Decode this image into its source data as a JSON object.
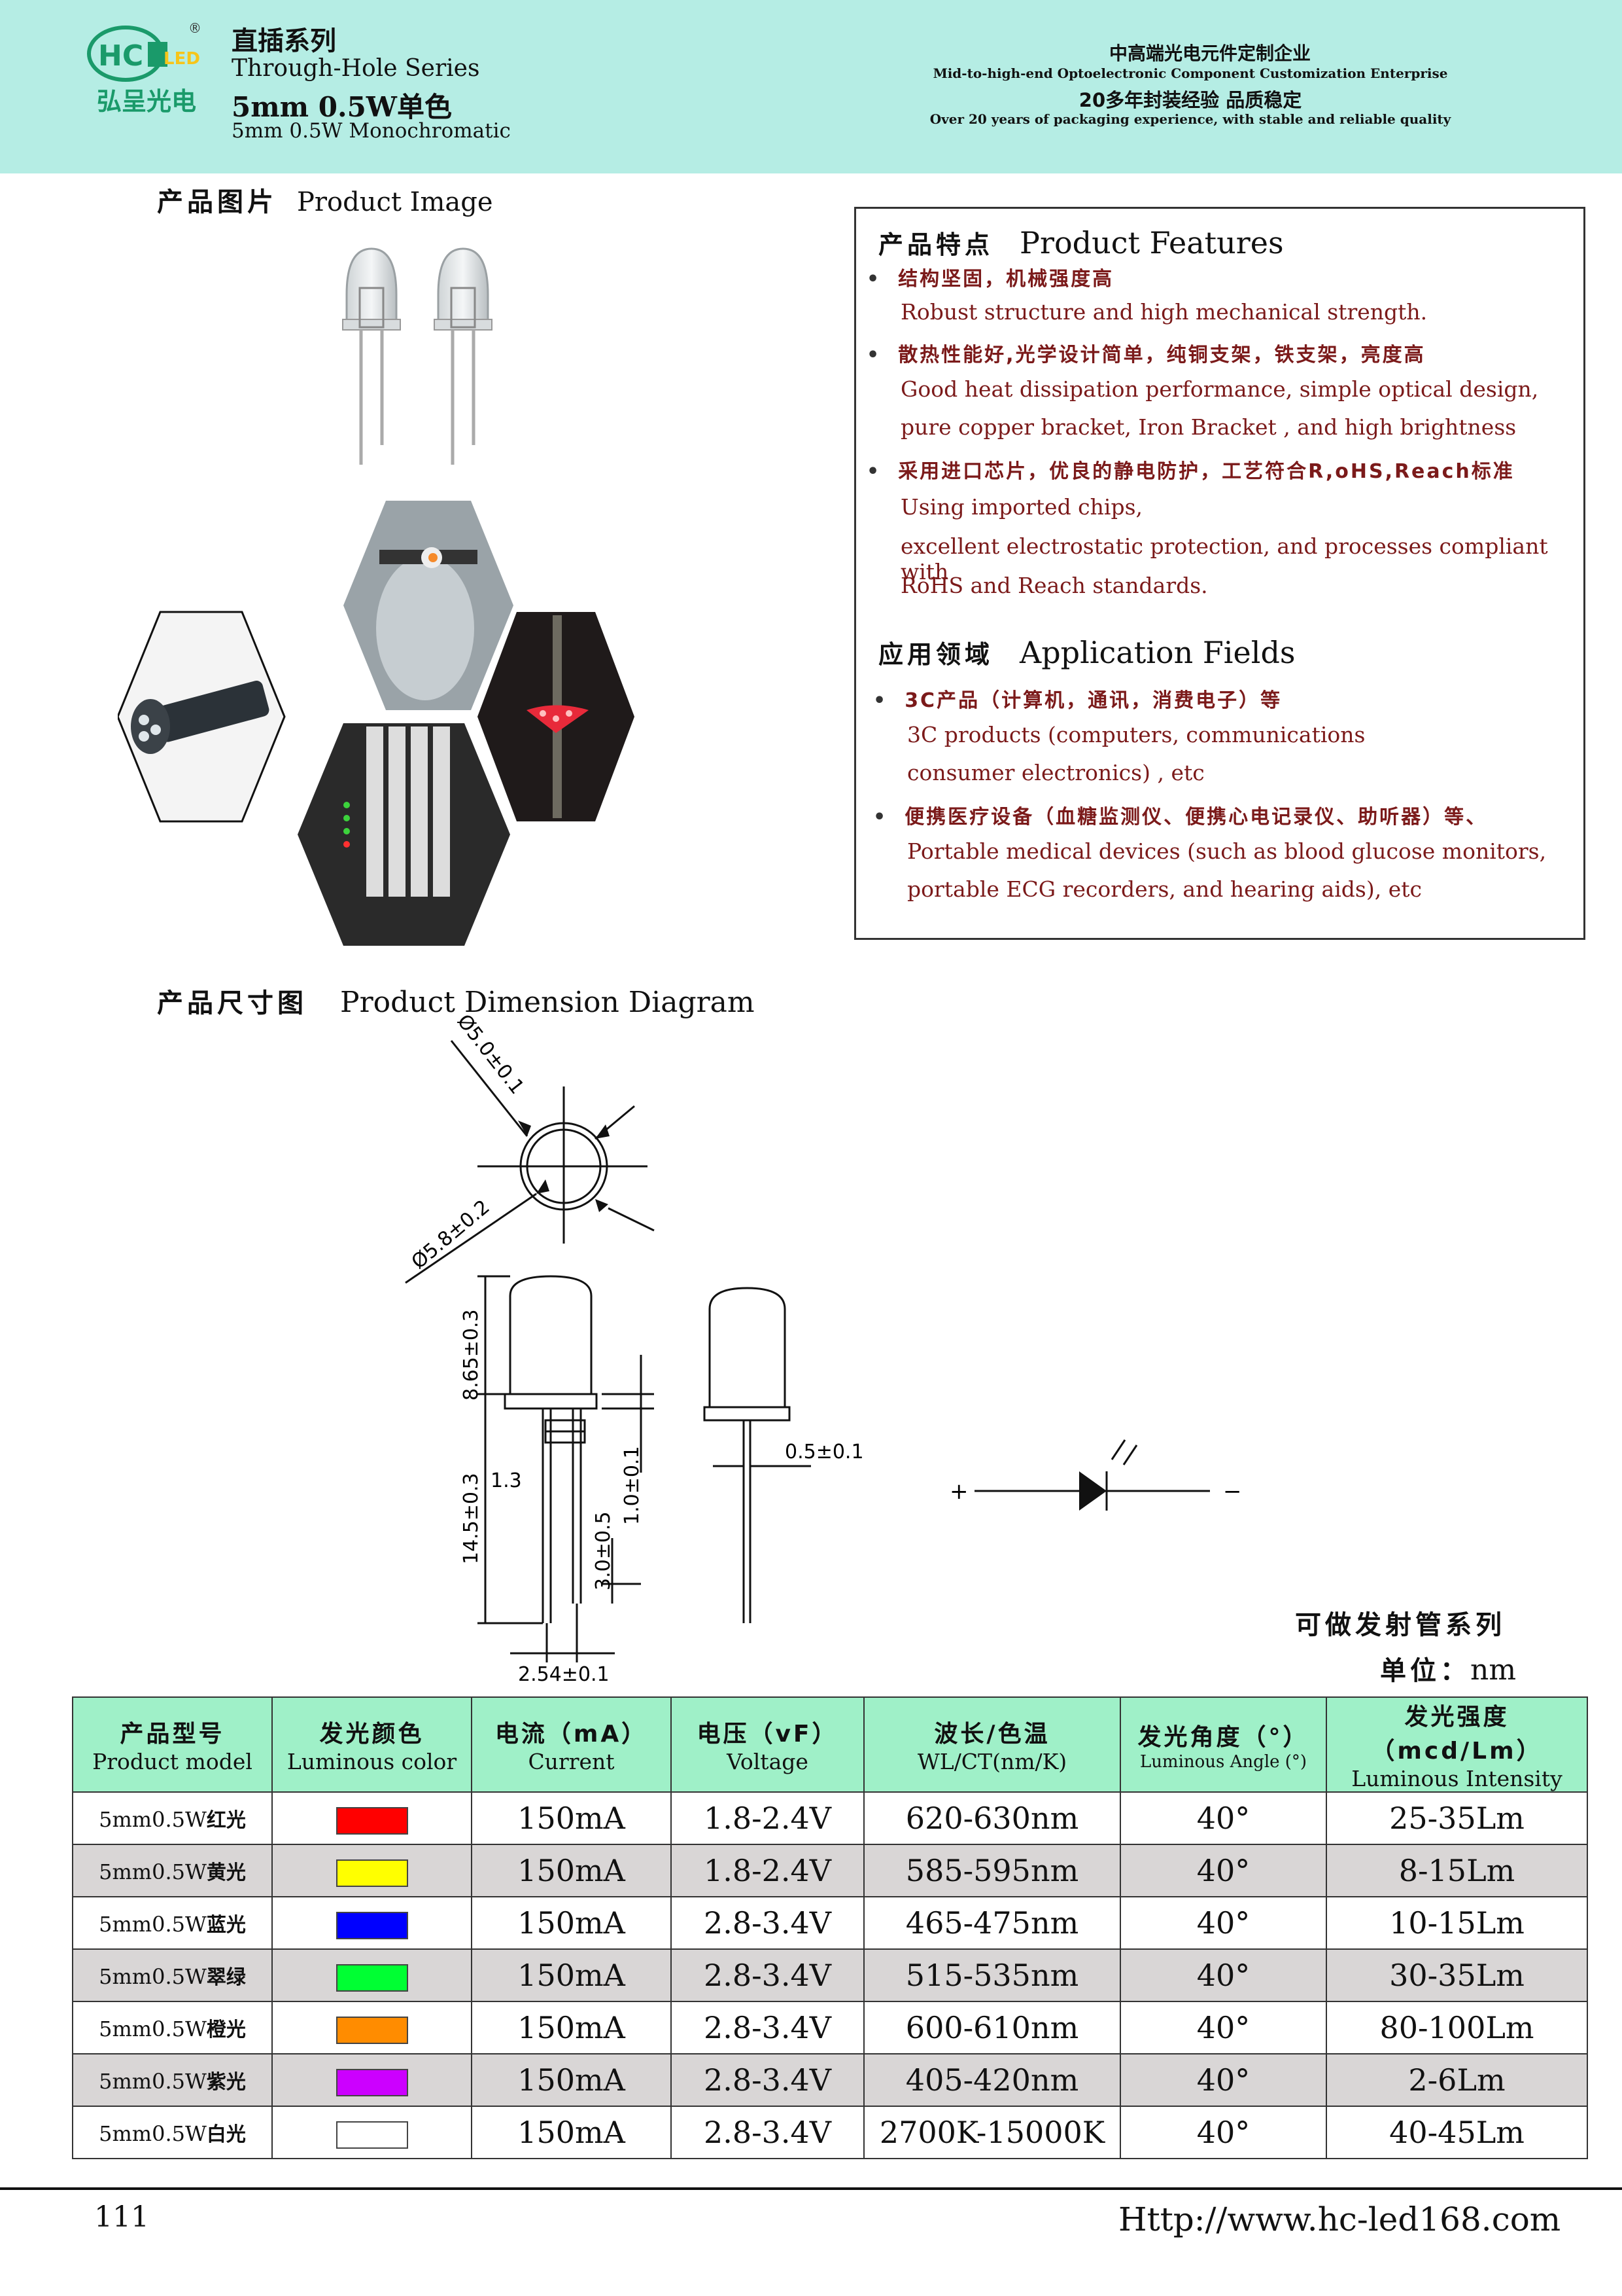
{
  "header": {
    "logo_text": "HC",
    "logo_led": "LED",
    "logo_reg": "®",
    "logo_cn": "弘呈光电",
    "series_cn": "直插系列",
    "series_en": "Through-Hole Series",
    "model_cn": "5mm 0.5W单色",
    "model_en": "5mm 0.5W Monochromatic",
    "enterprise_cn": "中高端光电元件定制企业",
    "enterprise_en": "Mid-to-high-end Optoelectronic Component Customization Enterprise",
    "experience_cn": "20多年封装经验 品质稳定",
    "experience_en": "Over 20 years of packaging experience, with stable and reliable quality"
  },
  "product_image": {
    "title_cn": "产品图片",
    "title_en": "Product Image"
  },
  "features": {
    "title_cn": "产品特点",
    "title_en": "Product Features",
    "items": [
      {
        "cn": "结构坚固，机械强度高",
        "en": [
          "Robust structure and high mechanical strength."
        ]
      },
      {
        "cn": "散热性能好,光学设计简单，纯铜支架，铁支架，亮度高",
        "en": [
          "Good heat dissipation performance, simple optical design,",
          "pure copper bracket, Iron Bracket , and high brightness"
        ]
      },
      {
        "cn": "采用进口芯片，优良的静电防护，工艺符合R,oHS,Reach标准",
        "en": [
          "Using imported chips,",
          "excellent electrostatic protection, and processes compliant with",
          "RoHS and Reach standards."
        ]
      }
    ]
  },
  "applications": {
    "title_cn": "应用领域",
    "title_en": "Application Fields",
    "items": [
      {
        "cn": "3C产品（计算机，通讯，消费电子）等",
        "en": [
          "3C products (computers, communications",
          "consumer electronics) , etc"
        ]
      },
      {
        "cn": "便携医疗设备（血糖监测仪、便携心电记录仪、助听器）等、",
        "en": [
          "Portable medical devices (such as blood glucose monitors,",
          "portable ECG recorders, and hearing aids), etc"
        ]
      }
    ]
  },
  "dimension": {
    "title_cn": "产品尺寸图",
    "title_en": "Product Dimension Diagram",
    "labels": {
      "d50": "Ø5.0±0.1",
      "d58": "Ø5.8±0.2",
      "h865": "8.65±0.3",
      "h145": "14.5±0.3",
      "w13": "1.3",
      "h30": "3.0±0.5",
      "h10": "1.0±0.1",
      "w254": "2.54±0.1",
      "w05": "0.5±0.1",
      "plus": "+",
      "minus": "−"
    }
  },
  "emit_series": "可做发射管系列",
  "unit_label": "单位：",
  "unit_value": "nm",
  "table": {
    "headers": [
      {
        "cn": "产品型号",
        "en": "Product model"
      },
      {
        "cn": "发光颜色",
        "en": "Luminous color"
      },
      {
        "cn": "电流（mA）",
        "en": "Current"
      },
      {
        "cn": "电压（vF）",
        "en": "Voltage"
      },
      {
        "cn": "波长/色温",
        "en": "WL/CT(nm/K)"
      },
      {
        "cn": "发光角度（°）",
        "en": "Luminous Angle (°)"
      },
      {
        "cn": "发光强度（mcd/Lm）",
        "en": "Luminous Intensity"
      }
    ],
    "rows": [
      {
        "model": "5mm0.5W",
        "model_cn": "红光",
        "color": "#ff0000",
        "current": "150mA",
        "voltage": "1.8-2.4V",
        "wl": "620-630nm",
        "angle": "40°",
        "intensity": "25-35Lm"
      },
      {
        "model": "5mm0.5W",
        "model_cn": "黄光",
        "color": "#ffff00",
        "current": "150mA",
        "voltage": "1.8-2.4V",
        "wl": "585-595nm",
        "angle": "40°",
        "intensity": "8-15Lm"
      },
      {
        "model": "5mm0.5W",
        "model_cn": "蓝光",
        "color": "#0000ff",
        "current": "150mA",
        "voltage": "2.8-3.4V",
        "wl": "465-475nm",
        "angle": "40°",
        "intensity": "10-15Lm"
      },
      {
        "model": "5mm0.5W",
        "model_cn": "翠绿",
        "color": "#00ff33",
        "current": "150mA",
        "voltage": "2.8-3.4V",
        "wl": "515-535nm",
        "angle": "40°",
        "intensity": "30-35Lm"
      },
      {
        "model": "5mm0.5W",
        "model_cn": "橙光",
        "color": "#ff8c00",
        "current": "150mA",
        "voltage": "2.8-3.4V",
        "wl": "600-610nm",
        "angle": "40°",
        "intensity": "80-100Lm"
      },
      {
        "model": "5mm0.5W",
        "model_cn": "紫光",
        "color": "#cc00ff",
        "current": "150mA",
        "voltage": "2.8-3.4V",
        "wl": "405-420nm",
        "angle": "40°",
        "intensity": "2-6Lm"
      },
      {
        "model": "5mm0.5W",
        "model_cn": "白光",
        "color": "#ffffff",
        "current": "150mA",
        "voltage": "2.8-3.4V",
        "wl": "2700K-15000K",
        "angle": "40°",
        "intensity": "40-45Lm"
      }
    ]
  },
  "footer": {
    "page": "111",
    "url": "Http://www.hc-led168.com"
  }
}
